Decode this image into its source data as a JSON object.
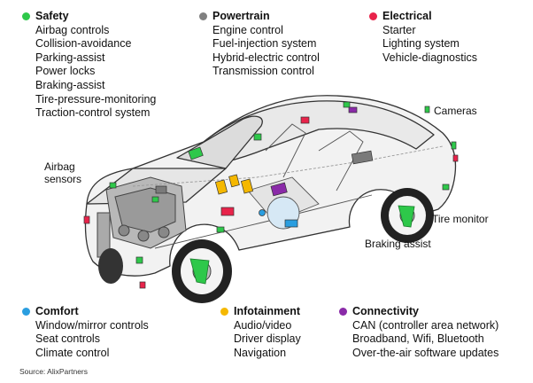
{
  "categories": {
    "safety": {
      "title": "Safety",
      "color": "#2ec84a",
      "items": [
        "Airbag controls",
        "Collision-avoidance",
        "Parking-assist",
        "Power locks",
        "Braking-assist",
        "Tire-pressure-monitoring",
        "Traction-control system"
      ]
    },
    "powertrain": {
      "title": "Powertrain",
      "color": "#808080",
      "items": [
        "Engine control",
        "Fuel-injection system",
        "Hybrid-electric control",
        "Transmission control"
      ]
    },
    "electrical": {
      "title": "Electrical",
      "color": "#e8234a",
      "items": [
        "Starter",
        "Lighting system",
        "Vehicle-diagnostics"
      ]
    },
    "comfort": {
      "title": "Comfort",
      "color": "#2a9ee0",
      "items": [
        "Window/mirror controls",
        "Seat controls",
        "Climate control"
      ]
    },
    "infotainment": {
      "title": "Infotainment",
      "color": "#f5b800",
      "items": [
        "Audio/video",
        "Driver display",
        "Navigation"
      ]
    },
    "connectivity": {
      "title": "Connectivity",
      "color": "#8a2aa8",
      "items": [
        "CAN (controller area network)",
        "Broadband, Wifi, Bluetooth",
        "Over-the-air software updates"
      ]
    }
  },
  "callouts": {
    "cameras": "Cameras",
    "airbag_sensors_line1": "Airbag",
    "airbag_sensors_line2": "sensors",
    "tire_monitor": "Tire monitor",
    "braking_assist": "Braking assist"
  },
  "source": "Source: AlixPartners"
}
